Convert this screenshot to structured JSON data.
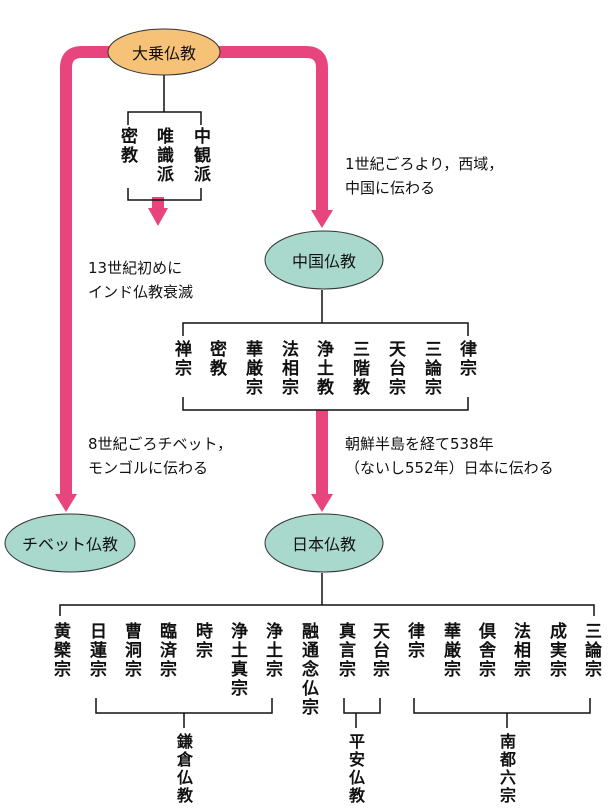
{
  "nodes": {
    "mahayana": "大乗仏教",
    "china": "中国仏教",
    "tibet": "チベット仏教",
    "japan": "日本仏教"
  },
  "india_schools": [
    "中観派",
    "唯識派",
    "密教"
  ],
  "china_schools": [
    "律宗",
    "三論宗",
    "天台宗",
    "三階教",
    "浄土教",
    "法相宗",
    "華厳宗",
    "密教",
    "禅宗"
  ],
  "japan_schools": {
    "kamakura": [
      "浄土宗",
      "浄土真宗",
      "時宗",
      "臨済宗",
      "曹洞宗",
      "日蓮宗",
      "黄檗宗"
    ],
    "yuzu": "融通念仏宗",
    "heian": [
      "天台宗",
      "真言宗"
    ],
    "nanto": [
      "三論宗",
      "成実宗",
      "法相宗",
      "倶舎宗",
      "華厳宗",
      "律宗"
    ]
  },
  "groups": {
    "kamakura": "鎌倉仏教",
    "heian": "平安仏教",
    "nanto": "南都六宗"
  },
  "notes": {
    "to_china": [
      "1世紀ごろより，西域，",
      "中国に伝わる"
    ],
    "india_decline": [
      "13世紀初めに",
      "インド仏教衰滅"
    ],
    "to_tibet": [
      "8世紀ごろチベット，",
      "モンゴルに伝わる"
    ],
    "to_japan": [
      "朝鮮半島を経て538年",
      "（ないし552年）日本に伝わる"
    ]
  },
  "colors": {
    "arrow": "#e8457e",
    "mahayana_fill": "#f6c277",
    "teal_fill": "#a9d9cc",
    "line": "#111111"
  }
}
